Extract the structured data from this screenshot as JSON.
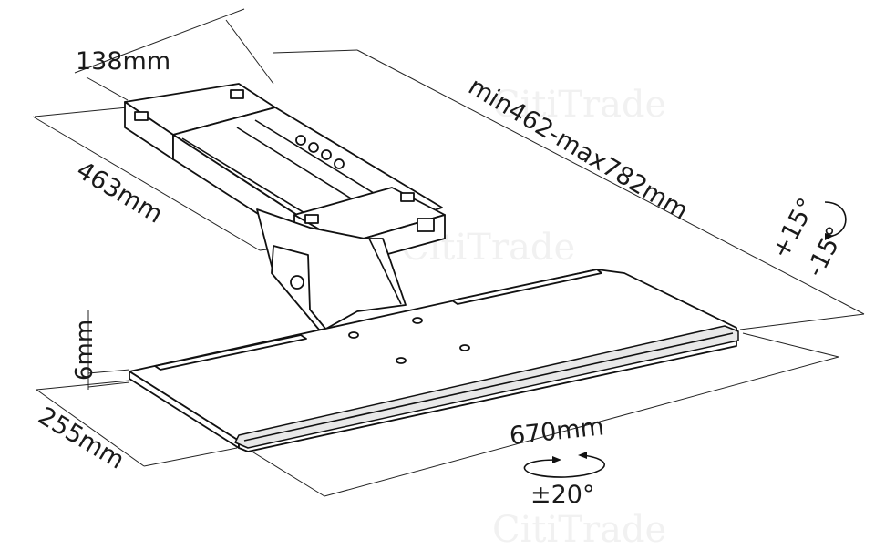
{
  "dimensions": {
    "bracket_width": "138mm",
    "bracket_depth": "463mm",
    "arm_travel": "min462-max782mm",
    "tilt_up": "+15°",
    "tilt_down": "-15°",
    "tray_thickness": "6mm",
    "tray_depth": "255mm",
    "tray_width": "670mm",
    "swivel": "±20°"
  },
  "watermark": "CitiTrade"
}
